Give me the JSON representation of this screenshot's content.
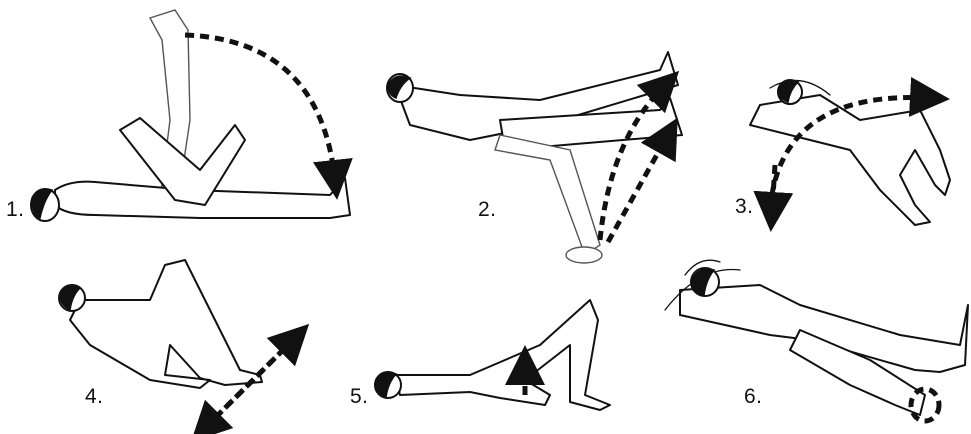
{
  "exercises": [
    {
      "number": "1."
    },
    {
      "number": "2."
    },
    {
      "number": "3."
    },
    {
      "number": "4."
    },
    {
      "number": "5."
    },
    {
      "number": "6."
    }
  ]
}
